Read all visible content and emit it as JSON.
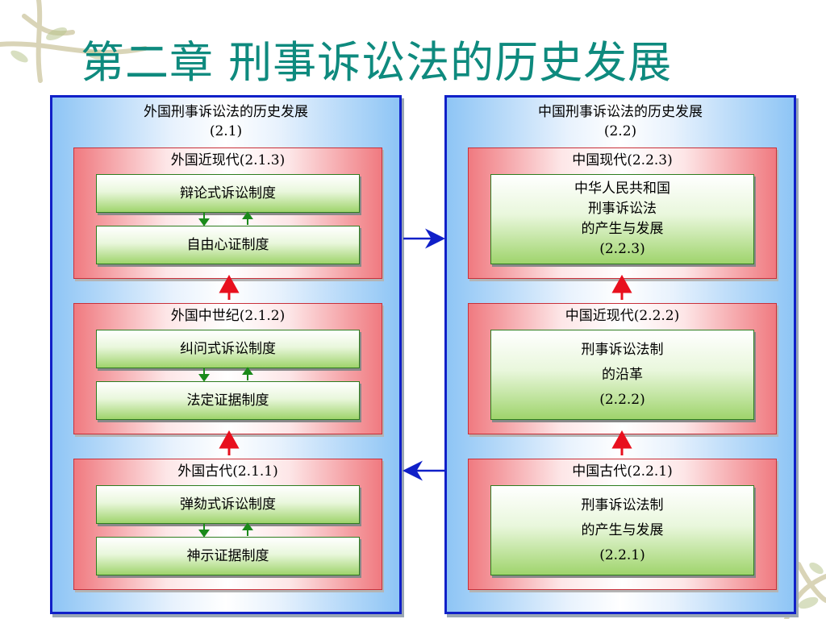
{
  "title": "第二章 刑事诉讼法的历史发展",
  "foreign": {
    "title": "外国刑事诉讼法的历史发展",
    "code": "(2.1)",
    "periods": [
      {
        "title": "外国近现代(2.1.3)",
        "items": [
          "辩论式诉讼制度",
          "自由心证制度"
        ]
      },
      {
        "title": "外国中世纪(2.1.2)",
        "items": [
          "纠问式诉讼制度",
          "法定证据制度"
        ]
      },
      {
        "title": "外国古代(2.1.1)",
        "items": [
          "弹劾式诉讼制度",
          "神示证据制度"
        ]
      }
    ]
  },
  "china": {
    "title": "中国刑事诉讼法的历史发展",
    "code": "(2.2)",
    "periods": [
      {
        "title": "中国现代(2.2.3)",
        "lines": [
          "中华人民共和国",
          "刑事诉讼法",
          "的产生与发展",
          "(2.2.3)"
        ]
      },
      {
        "title": "中国近现代(2.2.2)",
        "lines": [
          "刑事诉讼法制",
          "的沿革",
          "(2.2.2)"
        ]
      },
      {
        "title": "中国古代(2.2.1)",
        "lines": [
          "刑事诉讼法制",
          "的产生与发展",
          "(2.2.1)"
        ]
      }
    ]
  },
  "colors": {
    "title": "#0e8a7e",
    "panel_border": "#1020c8",
    "period_border": "#c8303a",
    "institution_border": "#2e7d1f",
    "up_arrow": "#e8101e",
    "small_arrow": "#1a8a1a",
    "cross_arrow": "#1020c8"
  },
  "icons": {
    "between_periods": "red-up-arrow-icon",
    "between_institutions": "green-down-up-arrows-icon",
    "between_panels": "blue-arrow-icon"
  }
}
